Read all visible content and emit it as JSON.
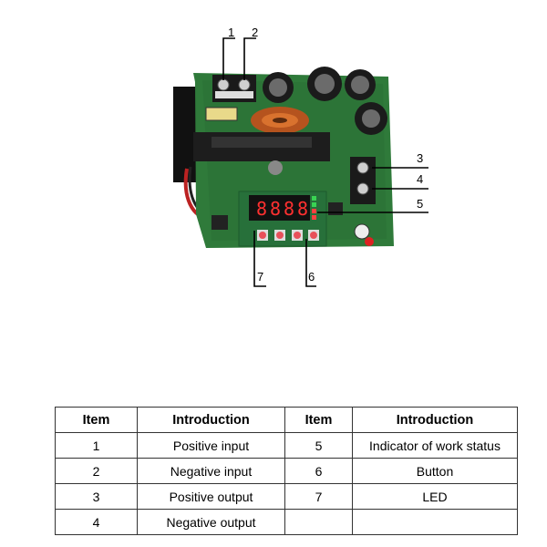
{
  "callouts": [
    "1",
    "2",
    "3",
    "4",
    "5",
    "6",
    "7"
  ],
  "display": {
    "digits": [
      "8",
      "8",
      "8",
      "8"
    ],
    "led_colors": [
      "#39d353",
      "#39d353",
      "#ff4040",
      "#ff4040"
    ],
    "digit_color": "#ff3030",
    "button_color": "#e8505a"
  },
  "table": {
    "headers": [
      "Item",
      "Introduction",
      "Item",
      "Introduction"
    ],
    "rows": [
      [
        "1",
        "Positive input",
        "5",
        "Indicator of work status"
      ],
      [
        "2",
        "Negative input",
        "6",
        "Button"
      ],
      [
        "3",
        "Positive output",
        "7",
        "LED"
      ],
      [
        "4",
        "Negative output",
        "",
        ""
      ]
    ]
  }
}
